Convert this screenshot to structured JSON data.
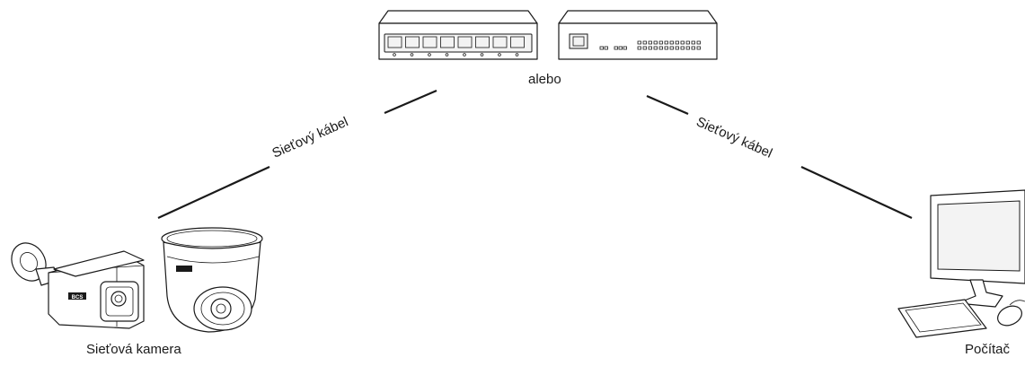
{
  "labels": {
    "switch_or": "alebo",
    "cable_left": "Sieťový kábel",
    "cable_right": "Sieťový kábel",
    "camera": "Sieťová kamera",
    "computer": "Počítač",
    "camera_brand": "BCS"
  }
}
